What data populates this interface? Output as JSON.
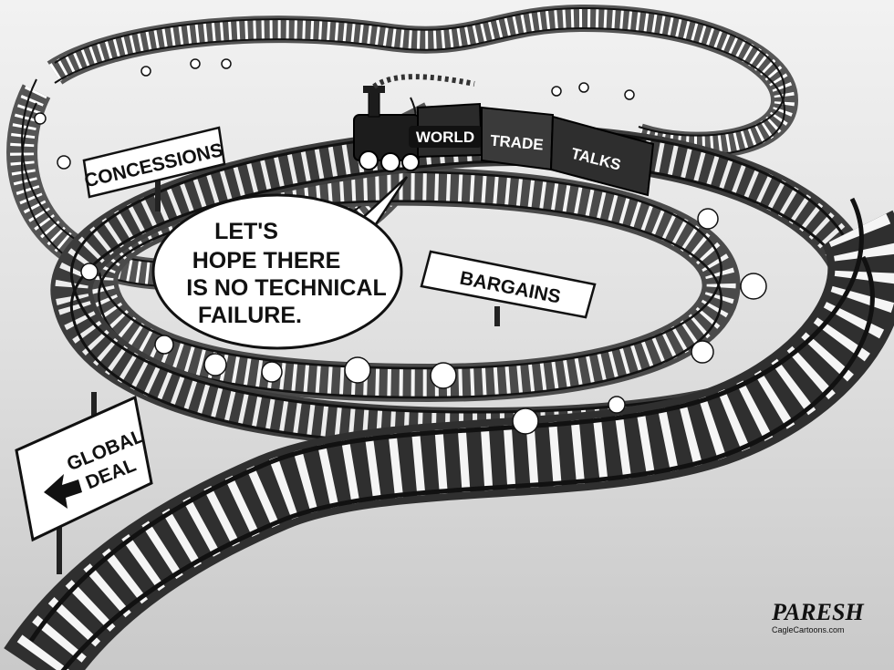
{
  "signs": {
    "concessions": "CONCESSIONS",
    "bargains": "BARGAINS",
    "global_deal_line1": "GLOBAL",
    "global_deal_line2": "DEAL"
  },
  "train": {
    "car1": "WORLD",
    "car2": "TRADE",
    "car3": "TALKS"
  },
  "speech_bubble": {
    "line1": "LET'S",
    "line2": "HOPE THERE",
    "line3": "IS NO TECHNICAL",
    "line4": "FAILURE."
  },
  "signature": {
    "artist": "PARESH",
    "credit": "CagleCartoons.com"
  },
  "icons": [
    "left-arrow-icon",
    "steam-locomotive-icon",
    "smoke-puff-icon"
  ]
}
